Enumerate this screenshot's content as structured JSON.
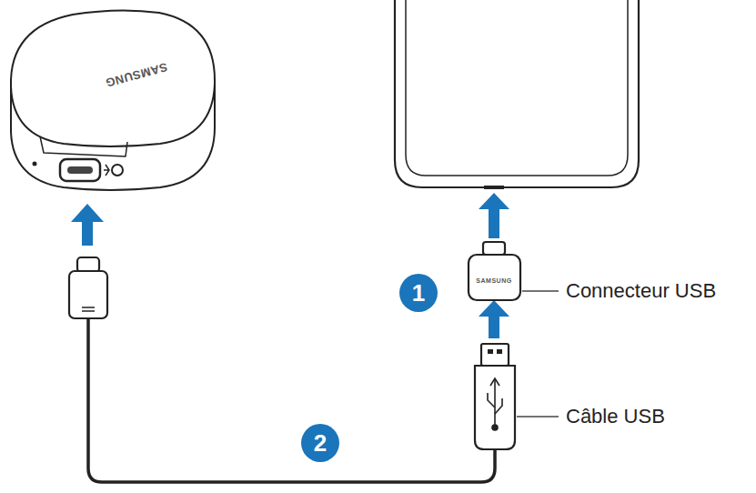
{
  "diagram": {
    "labels": [
      "SAMSUNG",
      "SAMSUNG",
      "1",
      "Connecteur USB",
      "Câble USB",
      "2"
    ]
  }
}
